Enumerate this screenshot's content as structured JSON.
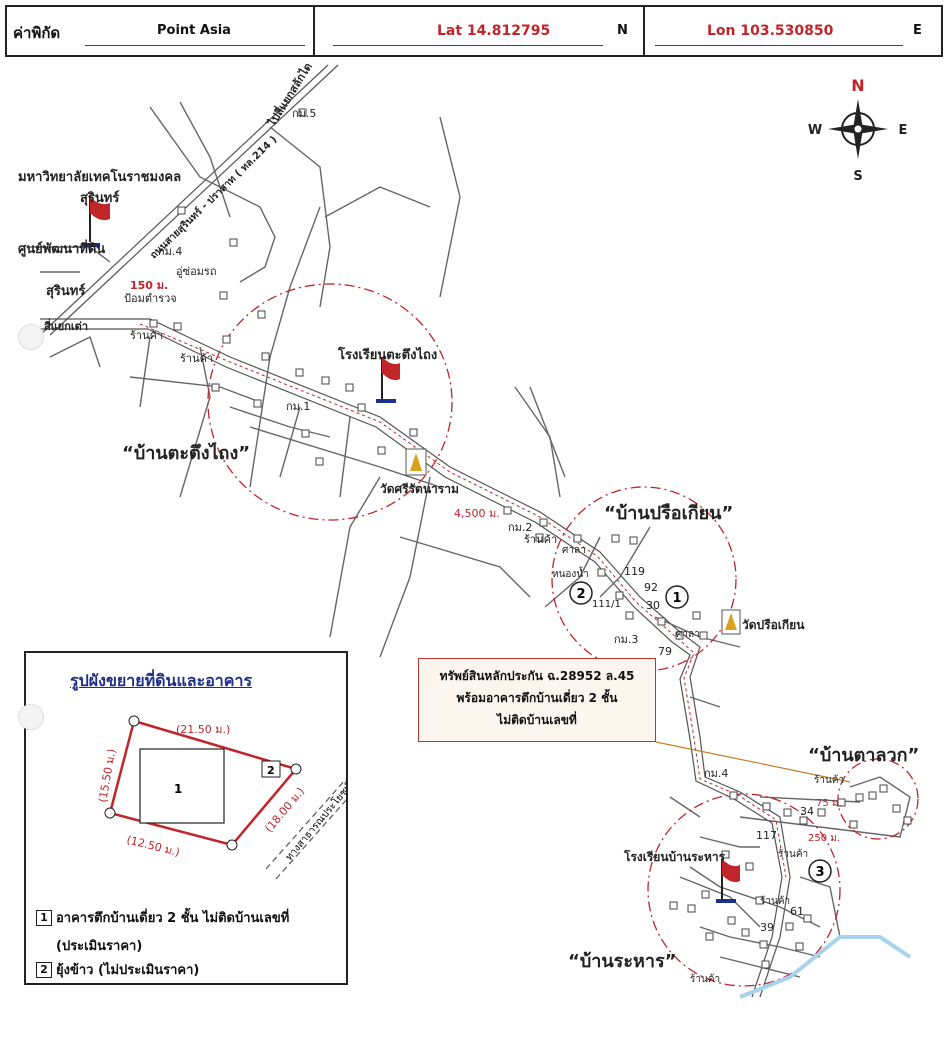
{
  "header": {
    "coord_label": "ค่าพิกัด",
    "point_name": "Point Asia",
    "lat_text": "Lat  14.812795",
    "lat_dir": "N",
    "lon_text": "Lon  103.530850",
    "lon_dir": "E"
  },
  "compass": {
    "n": "N",
    "s": "S",
    "e": "E",
    "w": "W"
  },
  "places": {
    "university": "มหาวิทยาลัยเทคโนราชมงคล",
    "university2": "สุรินทร์",
    "land_center": "ศูนย์พัฒนาที่ดิน",
    "land_center2": "สุรินทร์",
    "km4a": "กม.4",
    "garage": "อู่ซ่อมรถ",
    "dist150": "150 ม.",
    "police": "ป้อมตำรวจ",
    "junction": "สี่แยกเต่า",
    "shop1": "ร้านค้า",
    "shop2": "ร้านค้า",
    "km5": "กม.5",
    "road_to": "ไปสี่แยกสลักได",
    "highway": "ถนนสายสุรินทร์ - ปราสาท ( ทล.214 )",
    "school1": "โรงเรียนตะตึงไถง",
    "village1": "“บ้านตะตึงไถง”",
    "km1": "กม.1",
    "temple1": "วัดศรีรัตนาราม",
    "dist4500": "4,500 ม.",
    "km2": "กม.2",
    "shop3": "ร้านค้า",
    "village2": "“บ้านปรือเกียน”",
    "sala1": "ศาลา",
    "pond": "หนองน้ำ",
    "n119": "119",
    "n92": "92",
    "n30": "30",
    "n111": "111/1",
    "km3": "กม.3",
    "sala2": "ศาลา",
    "temple2": "วัดปรือเกียน",
    "n79": "79",
    "km4b": "กม.4",
    "village3": "“บ้านตาลวก”",
    "shop4": "ร้านค้า",
    "dist75": "75 ม.",
    "dist250": "250 ม.",
    "n34": "34",
    "n117": "117",
    "school2": "โรงเรียนบ้านระหาร",
    "shop5": "ร้านค้า",
    "shop6": "ร้านค้า",
    "n61": "61",
    "n39": "39",
    "village4": "“บ้านระหาร”",
    "shop7": "ร้านค้า",
    "marker1": "1",
    "marker2": "2",
    "marker3": "3"
  },
  "callout": {
    "line1": "ทรัพย์สินหลักประกัน ฉ.28952 ล.45",
    "line2": "พร้อมอาคารตึกบ้านเดี่ยว 2 ชั้น",
    "line3": "ไม่ติดบ้านเลขที่"
  },
  "legend": {
    "title": "รูปผังขยายที่ดินและอาคาร",
    "dim_top": "(21.50 ม.)",
    "dim_left": "(15.50 ม.)",
    "dim_bottom": "(12.50 ม.)",
    "dim_right": "(18.00 ม.)",
    "road": "ทางสาธารณประโยชน์",
    "bldg_num": "1",
    "barn_num": "2",
    "item1_num": "1",
    "item1_text": "อาคารตึกบ้านเดี่ยว 2 ชั้น ไม่ติดบ้านเลขที่",
    "item1_sub": "(ประเมินราคา)",
    "item2_num": "2",
    "item2_text": "ยุ้งข้าว (ไม่ประเมินราคา)"
  },
  "colors": {
    "accent_red": "#c0252a",
    "title_blue": "#1c2f8a",
    "road": "#555555"
  }
}
